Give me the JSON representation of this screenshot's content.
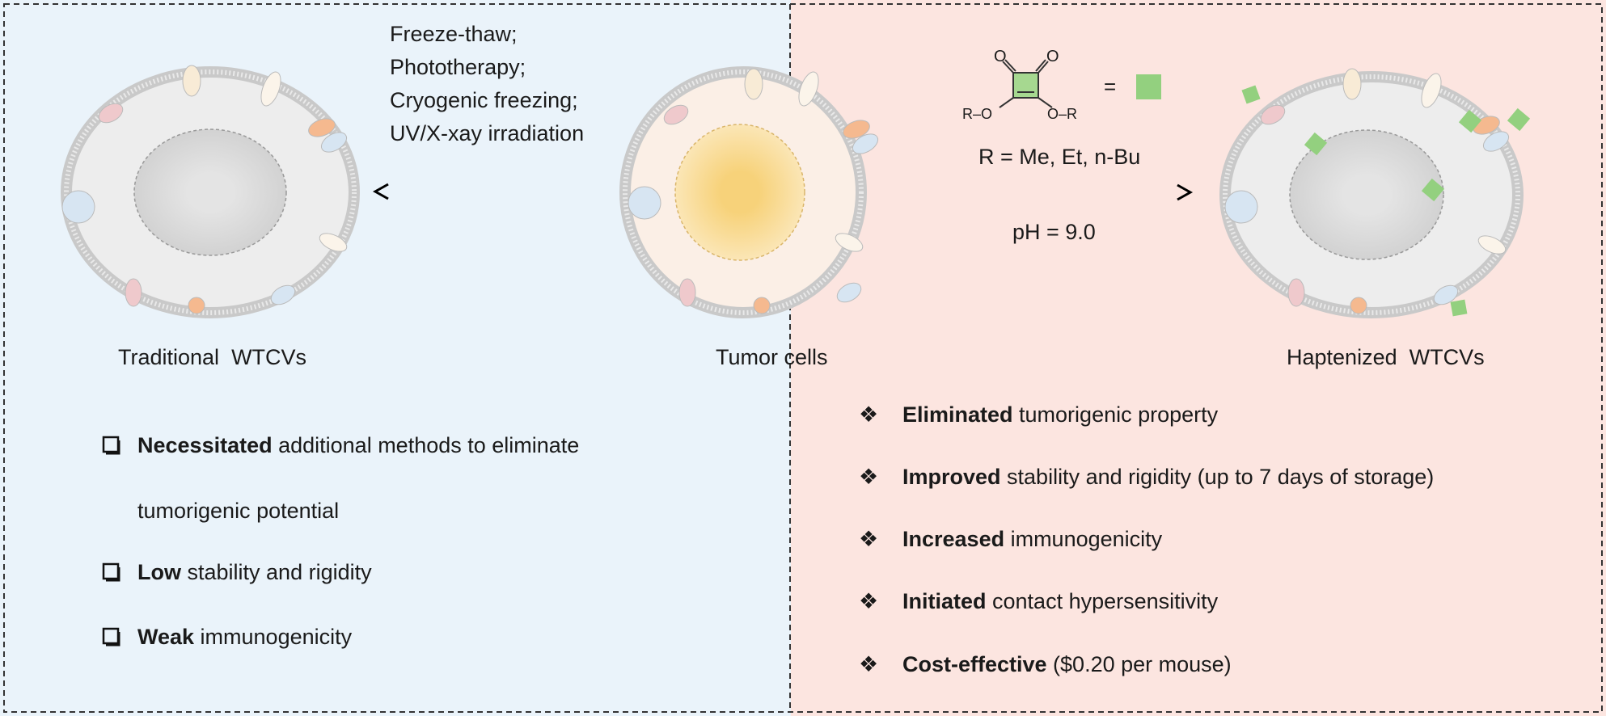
{
  "left_panel": {
    "methods": [
      "Freeze-thaw;",
      "Phototherapy;",
      "Cryogenic freezing;",
      "UV/X-xay irradiation"
    ],
    "label": "Traditional  WTCVs",
    "bullets": [
      {
        "bold": "Necessitated",
        "rest": " additional methods to eliminate",
        "cont": "tumorigenic potential"
      },
      {
        "bold": "Low",
        "rest": " stability and rigidity"
      },
      {
        "bold": "Weak",
        "rest": " immunogenicity"
      }
    ]
  },
  "center": {
    "label": "Tumor cells"
  },
  "right_panel": {
    "structure": {
      "o1": "O",
      "o2": "O",
      "left_or": "R–O",
      "right_or": "O–R",
      "equals": "="
    },
    "r_groups": "R = Me, Et, n-Bu",
    "condition": "pH = 9.0",
    "label": "Haptenized  WTCVs",
    "bullets": [
      {
        "bold": "Eliminated",
        "rest": " tumorigenic property"
      },
      {
        "bold": "Improved",
        "rest": " stability and rigidity (up to 7 days of storage)"
      },
      {
        "bold": "Increased",
        "rest": " immunogenicity"
      },
      {
        "bold": "Initiated",
        "rest": " contact hypersensitivity"
      },
      {
        "bold": "Cost-effective",
        "rest": " ($0.20 per mouse)"
      }
    ],
    "bullet_symbol": "❖"
  },
  "colors": {
    "left_bg": "#eaf3fa",
    "right_bg": "#fce5e0",
    "hapten": "#93d07f",
    "nucleus_tumor": "#f8d98a"
  }
}
